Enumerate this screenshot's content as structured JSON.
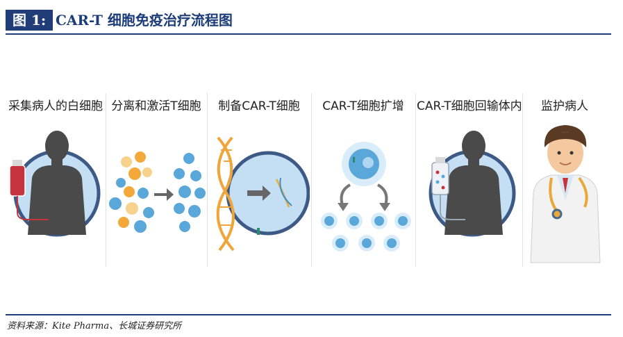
{
  "title": {
    "label": "图 1:",
    "text": "CAR-T 细胞免疫治疗流程图"
  },
  "steps": [
    {
      "label": "采集病人的白细胞"
    },
    {
      "label": "分离和激活T细胞"
    },
    {
      "label": "制备CAR-T细胞"
    },
    {
      "label": "CAR-T细胞扩增"
    },
    {
      "label": "CAR-T细胞回输体内"
    },
    {
      "label": "监护病人"
    }
  ],
  "source": "资料来源：Kite Pharma、长城证券研究所",
  "colors": {
    "brand_navy": "#203d78",
    "circle_fill": "#c4dff3",
    "circle_ring": "#3c5a85",
    "silhouette": "#4a4a4a",
    "blood": "#c7333c",
    "cell_blue": "#5aa7da",
    "cell_orange": "#f2a93a",
    "dna_orange": "#f0a43a"
  }
}
